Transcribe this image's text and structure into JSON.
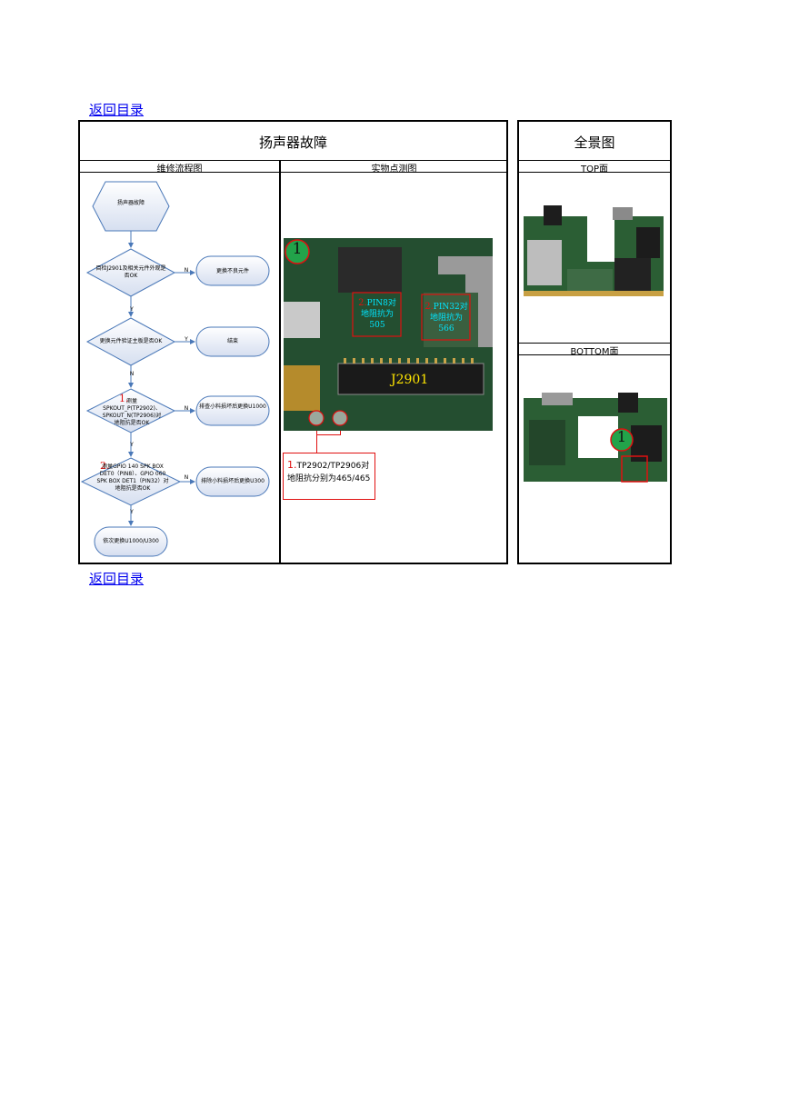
{
  "nav": {
    "back_top": "返回目录",
    "back_bottom": "返回目录"
  },
  "main": {
    "title": "扬声器故障",
    "col_flow": "维修流程图",
    "col_photo": "实物点测图"
  },
  "overview": {
    "title": "全景图",
    "top_label": "TOP面",
    "bottom_label": "BOTTOM面",
    "marker": "1"
  },
  "flow": {
    "start": "扬声器故障",
    "q1": "目检J2901及相关元件外观是否OK",
    "a1": "更换不良元件",
    "q2": "更换元件验证主板是否OK",
    "a2": "结束",
    "q3_num": "1.",
    "q3": "测量SPKOUT_P(TP2902)、SPKOUT_N(TP2906)对地阻抗是否OK",
    "a3": "排查小料损坏后更换U1000",
    "q4_num": "2.",
    "q4": "测量GPIO 140 SPK BOX DET0（PIN8）、GPIO 060 SPK BOX DET1（PIN32）对地阻抗是否OK",
    "a4": "排除小料损坏后更换U300",
    "end": "依次更换U1000/U300",
    "label_n": "N",
    "label_y": "Y"
  },
  "photo": {
    "marker": "1",
    "pin8_num": "2.",
    "pin8": "PIN8对地阻抗为505",
    "pin32_num": "2.",
    "pin32": "PIN32对地阻抗为566",
    "connector": "J2901",
    "callout_num": "1.",
    "callout": "TP2902/TP2906对地阻抗分别为465/465"
  }
}
